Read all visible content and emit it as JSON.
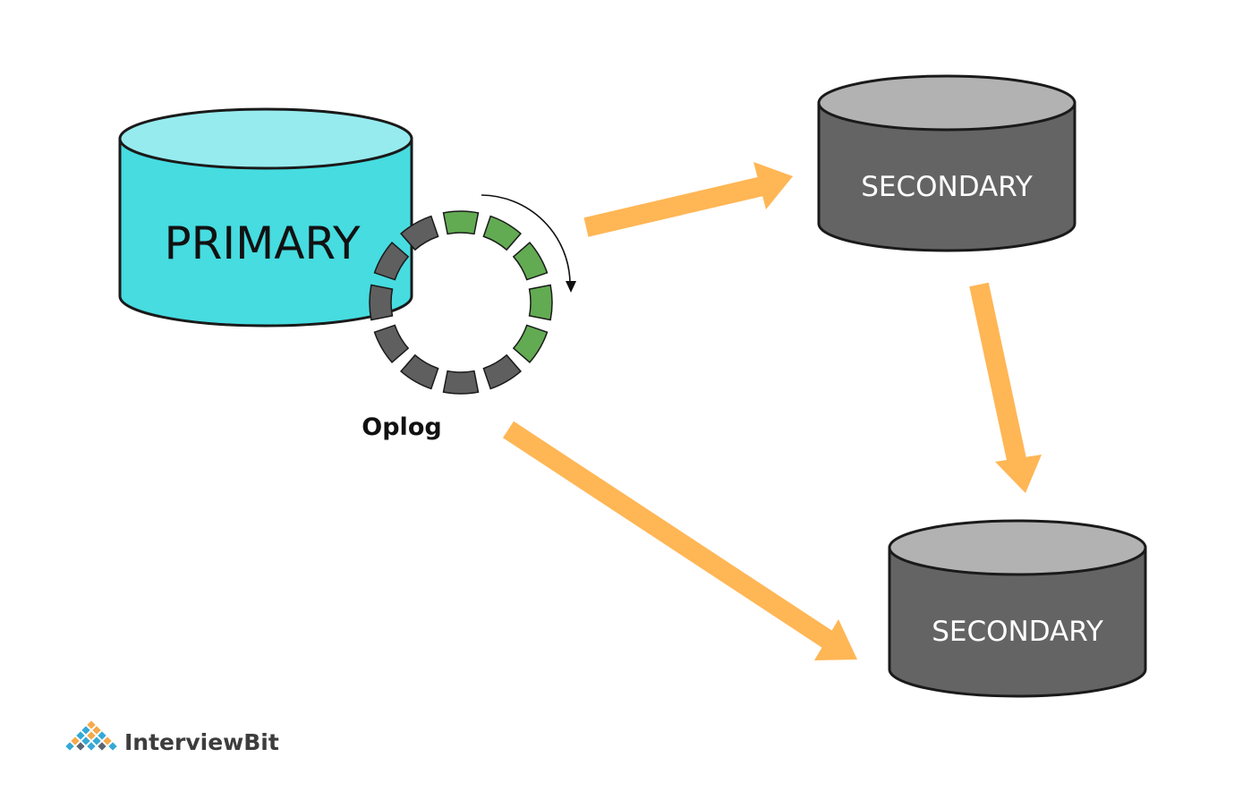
{
  "colors": {
    "primary_body": "#46dce0",
    "primary_top": "#96ebee",
    "secondary_body": "#646464",
    "secondary_top": "#b2b2b2",
    "arrow": "#ffb655",
    "oplog_filled": "#62ab52",
    "oplog_empty": "#5f5f5f",
    "brand_text": "#3d3d3d",
    "brand_tile_blue": "#35a9d6",
    "brand_tile_orange": "#f6a94a",
    "brand_tile_gray": "#5c6470"
  },
  "nodes": {
    "primary_label": "PRIMARY",
    "secondary_1_label": "SECONDARY",
    "secondary_2_label": "SECONDARY"
  },
  "oplog": {
    "label": "Oplog",
    "segments_total": 12,
    "segments_filled": 5
  },
  "brand": {
    "name": "InterviewBit",
    "logo_icon": "diamond-grid-logo-icon"
  }
}
